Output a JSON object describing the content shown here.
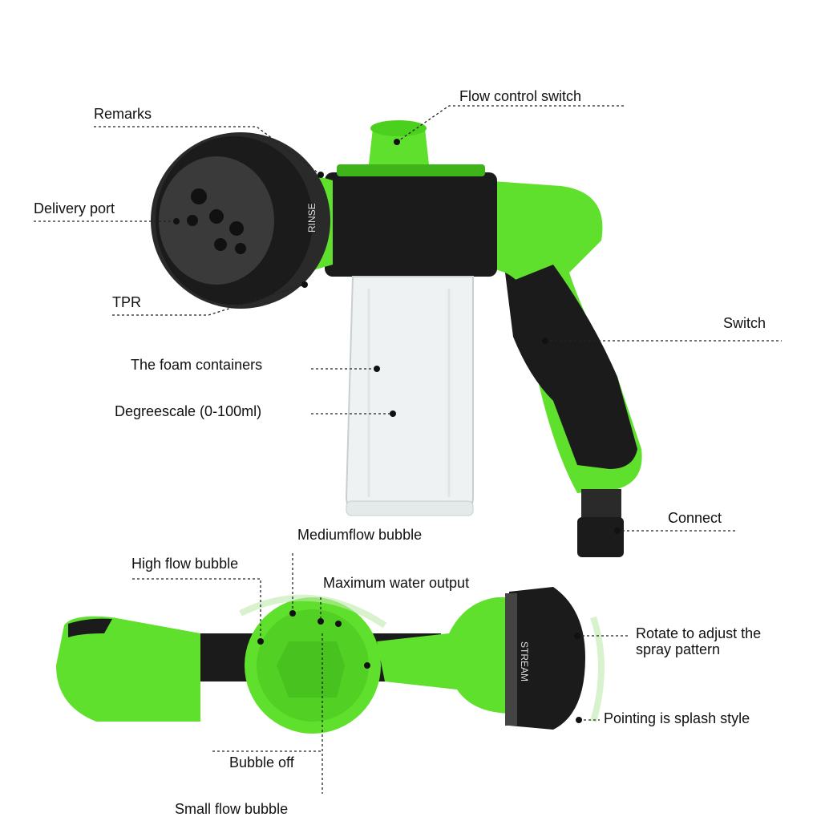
{
  "colors": {
    "green": "#5fe02c",
    "dark_green": "#3fb41a",
    "black": "#1b1b1b",
    "clear": "#eef2f2"
  },
  "labels": {
    "flow_control_switch": "Flow control switch",
    "remarks": "Remarks",
    "delivery_port": "Delivery port",
    "tpr": "TPR",
    "foam_containers": "The foam containers",
    "degree_scale": "Degreescale (0-100ml)",
    "switch": "Switch",
    "connect": "Connect",
    "medium_flow": "Mediumflow bubble",
    "high_flow": "High flow bubble",
    "max_output": "Maximum water output",
    "rotate_line1": "Rotate to adjust the",
    "rotate_line2": "spray pattern",
    "splash": "Pointing is splash style",
    "bubble_off": "Bubble off",
    "small_flow": "Small flow bubble"
  },
  "product_labels": {
    "rinse": "RINSE",
    "stream": "STREAM"
  }
}
